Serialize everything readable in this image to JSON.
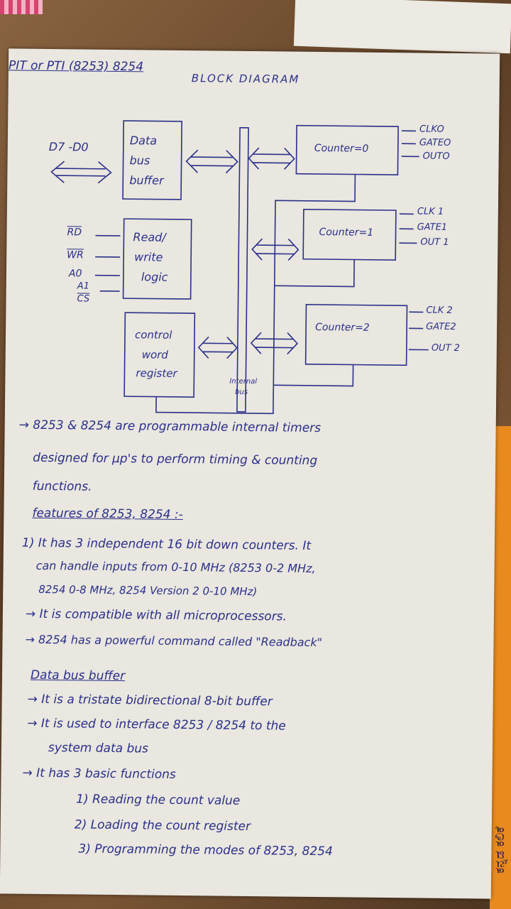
{
  "header": {
    "title": "PIT or PTI (8253) 8254",
    "subtitle": "BLOCK DIAGRAM"
  },
  "diagram": {
    "data_lines": "D7 -D0",
    "data_bus_buffer": [
      "Data",
      "bus",
      "buffer"
    ],
    "rw_inputs": [
      "RD",
      "WR",
      "A0",
      "A1",
      "CS"
    ],
    "rw_logic": [
      "Read/",
      "write",
      "logic"
    ],
    "control_word": [
      "control",
      "word",
      "register"
    ],
    "internal_bus": [
      "Internal",
      "bus"
    ],
    "counters": [
      {
        "label": "Counter=0",
        "clk": "CLKO",
        "gate": "GATEO",
        "out": "OUTO"
      },
      {
        "label": "Counter=1",
        "clk": "CLK 1",
        "gate": "GATE1",
        "out": "OUT 1"
      },
      {
        "label": "Counter=2",
        "clk": "CLK 2",
        "gate": "GATE2",
        "out": "OUT 2"
      }
    ]
  },
  "notes": {
    "intro_1": "→ 8253 & 8254 are programmable internal timers",
    "intro_2": "designed for μp's to perform timing & counting",
    "intro_3": "functions.",
    "features_heading": "features of 8253, 8254 :-",
    "f1": "1) It has 3 independent 16 bit down counters. It",
    "f2": "can handle inputs from 0-10 MHz (8253 0-2 MHz,",
    "f3": "8254 0-8 MHz, 8254 Version 2 0-10 MHz)",
    "f4": "→ It is compatible with all microprocessors.",
    "f5": "→ 8254 has a powerful command called \"Readback\"",
    "dbb_heading": "Data bus buffer",
    "d1": "→ It is a tristate bidirectional 8-bit buffer",
    "d2": "→ It is used to interface 8253 / 8254 to the",
    "d3": "system data bus",
    "d4": "→ It has 3 basic functions",
    "d5": "1) Reading the count value",
    "d6": "2) Loading the count register",
    "d7": "3) Programming the modes of 8253, 8254"
  },
  "side_text": "ಕನ್ನಡ ಕಲಿಕೆ"
}
